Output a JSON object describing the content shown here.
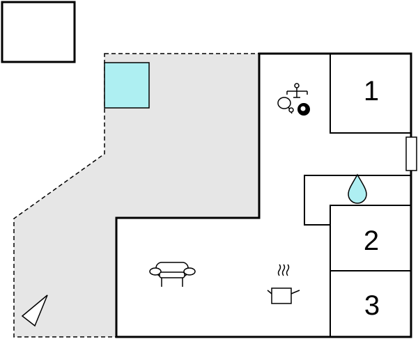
{
  "floorplan": {
    "colors": {
      "background": "#ffffff",
      "wall": "#000000",
      "terrace_fill": "#e6e6e6",
      "pool_fill": "#aeeff2",
      "water_drop_fill": "#aeeff2"
    },
    "rooms": [
      {
        "label": "1"
      },
      {
        "label": "2"
      },
      {
        "label": "3"
      }
    ],
    "icons": [
      "table-football-icon",
      "ping-pong-icon",
      "billiard-ball-icon",
      "sofa-icon",
      "cooking-pot-icon",
      "water-drop-icon",
      "compass-arrow-icon"
    ]
  }
}
